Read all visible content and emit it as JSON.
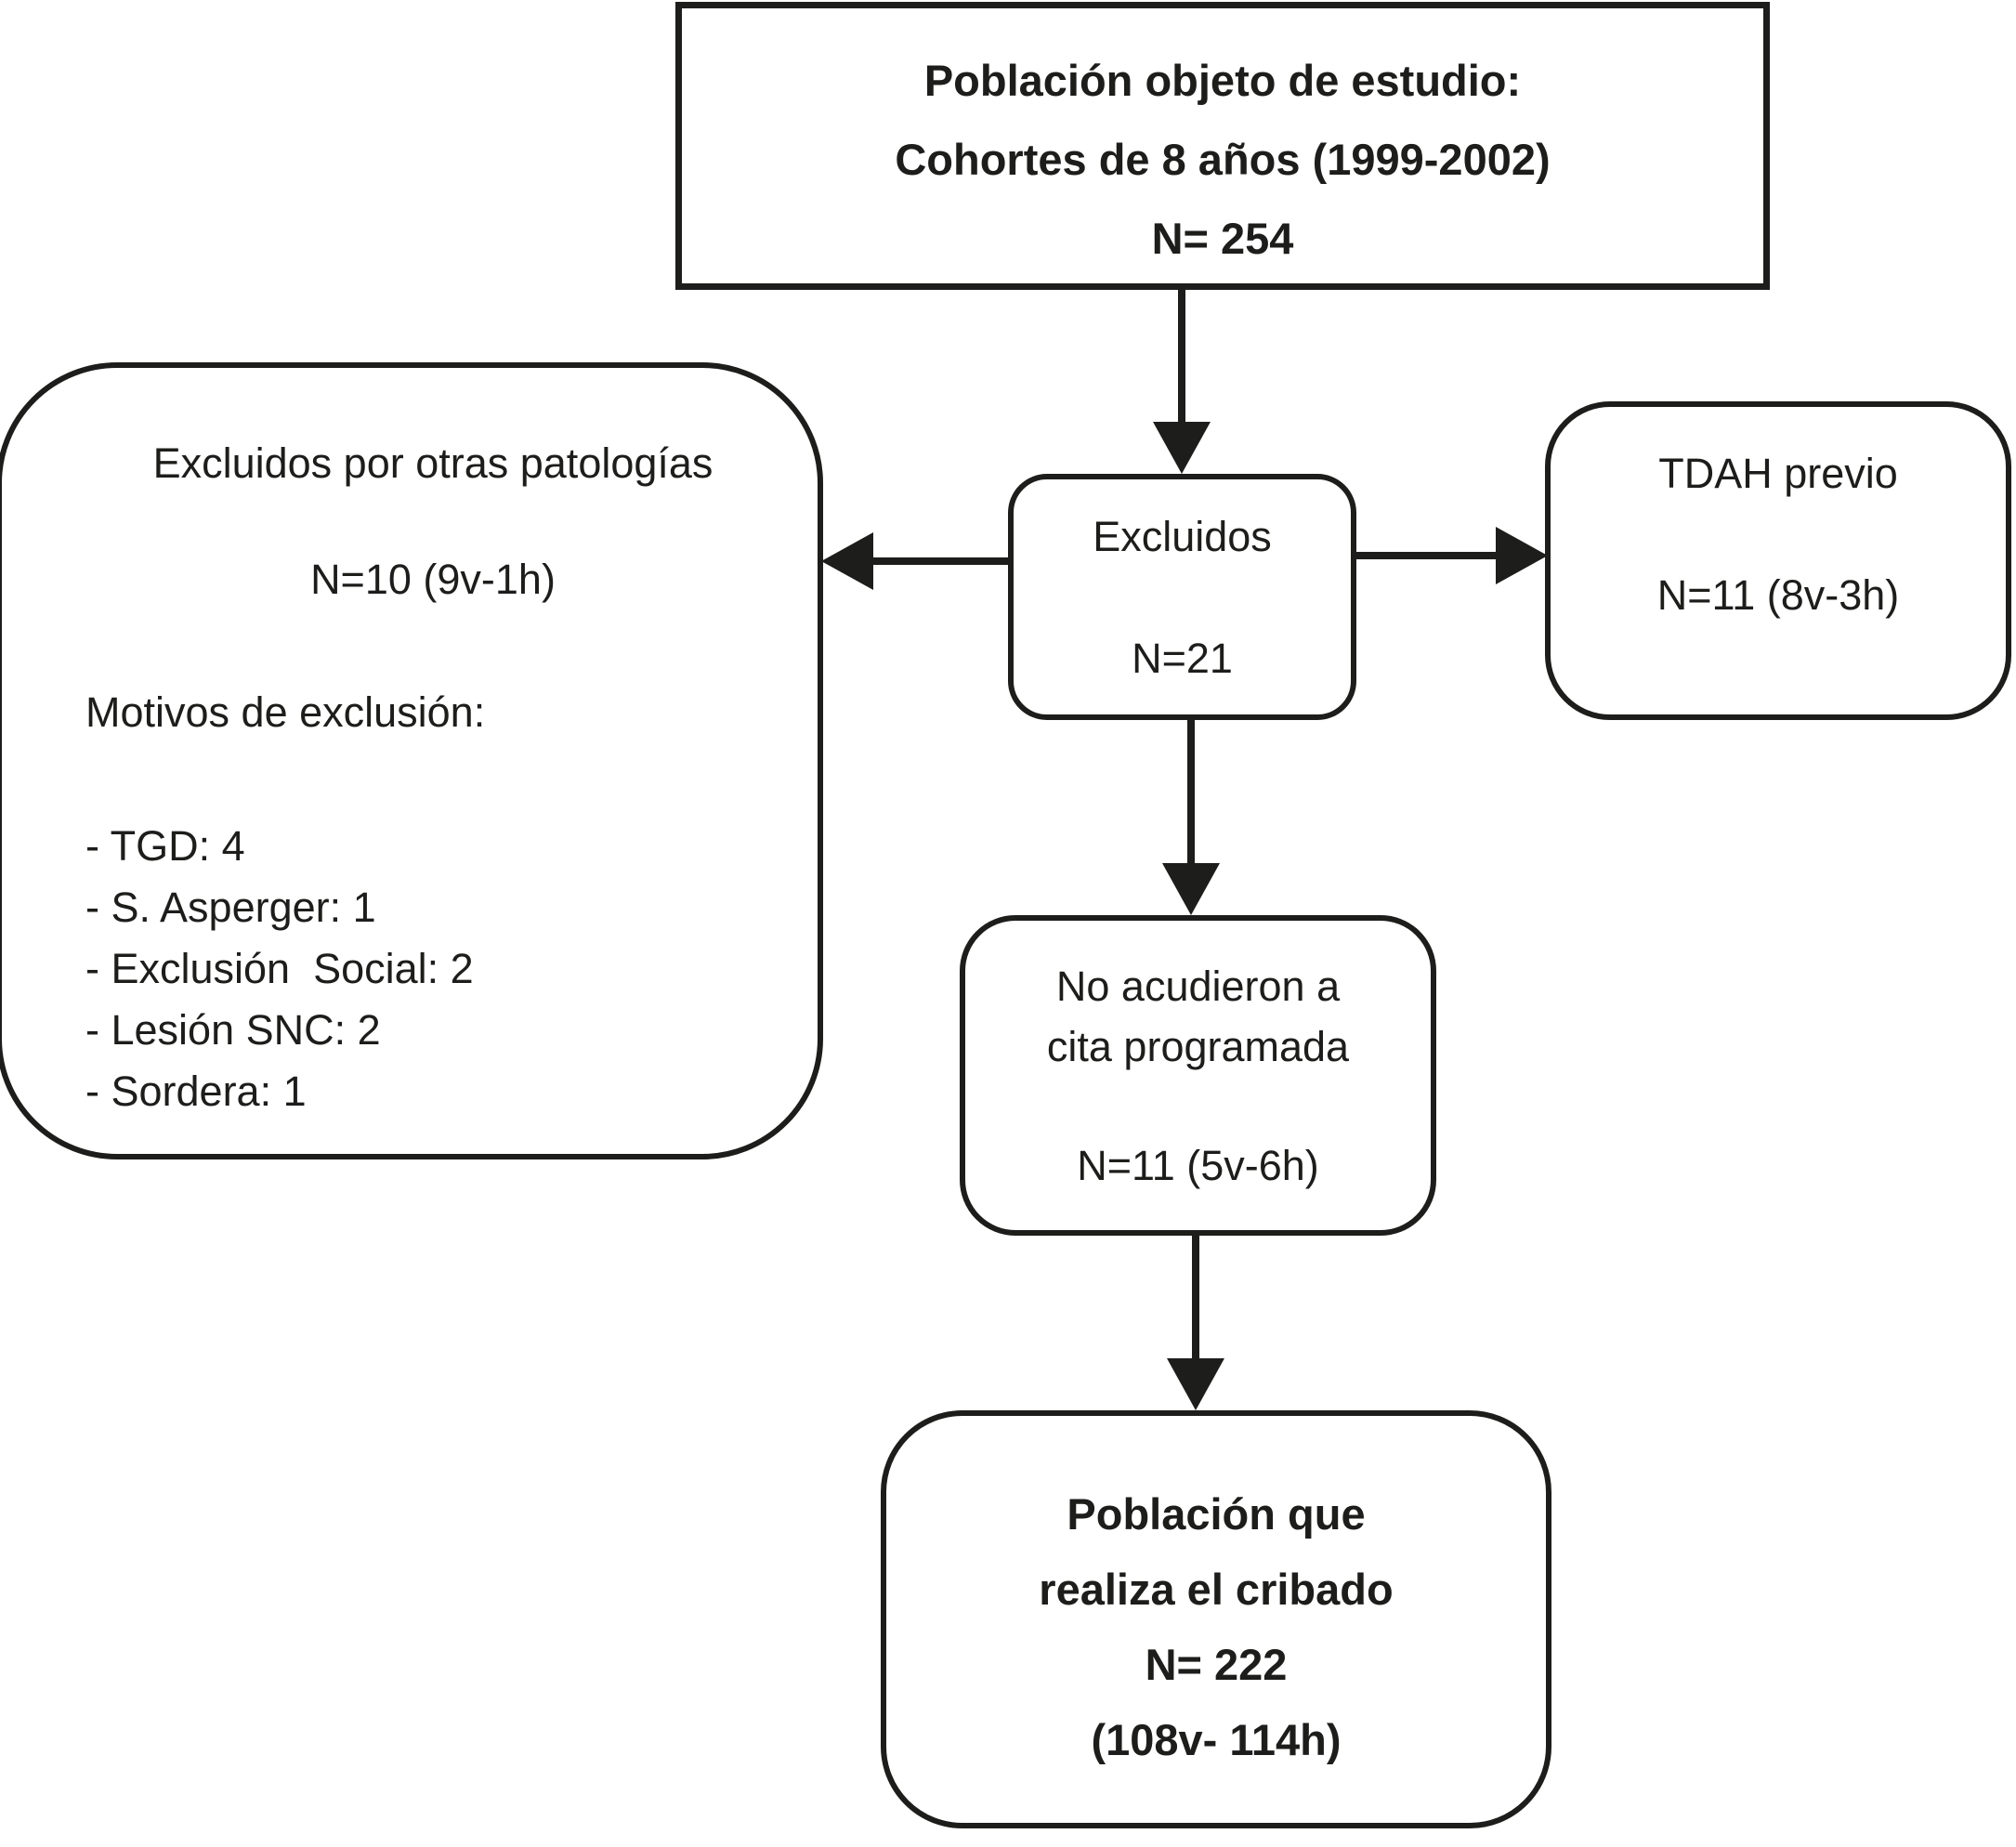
{
  "diagram": {
    "colors": {
      "ink": "#1d1d1b",
      "background": "#ffffff"
    },
    "nodes": {
      "study_population": {
        "line1": "Población objeto de estudio:",
        "line2": "Cohortes de 8 años (1999-2002)",
        "line3": "N= 254"
      },
      "excluded_other_pathologies": {
        "heading": "Excluidos por otras patologías",
        "n": "N=10 (9v-1h)",
        "reasons_label": "Motivos de exclusión:",
        "reasons": [
          "- TGD: 4",
          "- S. Asperger: 1",
          "- Exclusión  Social: 2",
          "- Lesión SNC: 2",
          "- Sordera: 1"
        ]
      },
      "excluded": {
        "line1": "Excluidos",
        "line2": "N=21"
      },
      "tdah_previo": {
        "line1": "TDAH previo",
        "line2": "N=11 (8v-3h)"
      },
      "no_show": {
        "line1": "No acudieron a",
        "line2": "cita programada",
        "line3": "N=11 (5v-6h)"
      },
      "screened_population": {
        "line1": "Población que",
        "line2": "realiza el cribado",
        "line3": "N= 222",
        "line4": "(108v- 114h)"
      }
    }
  }
}
